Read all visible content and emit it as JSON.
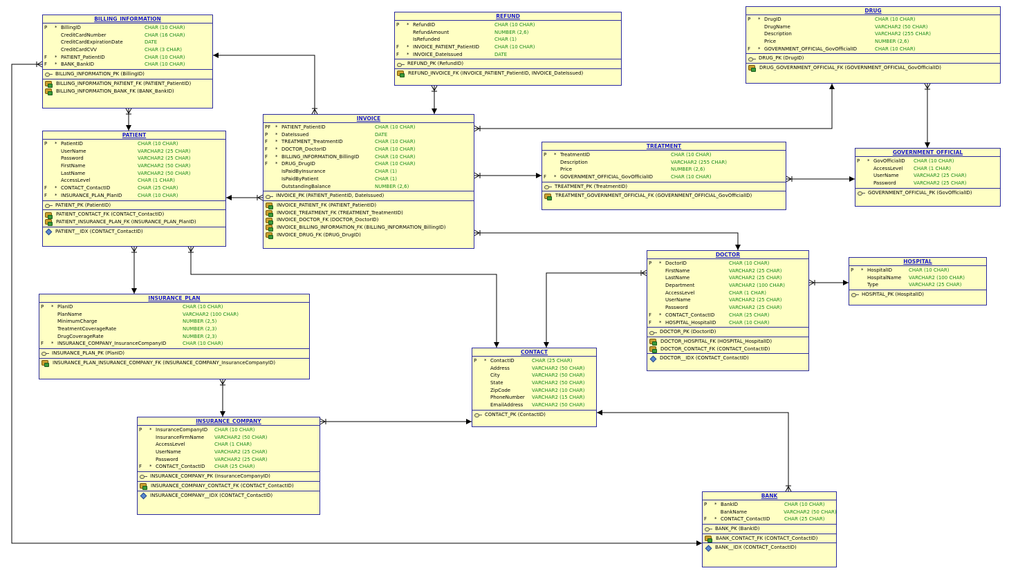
{
  "entities": [
    {
      "id": "billing_information",
      "name": "BILLING_INFORMATION",
      "columns": [
        {
          "flag": "P",
          "req": "*",
          "name": "BillingID",
          "type": "CHAR (10 CHAR)"
        },
        {
          "flag": "",
          "req": "",
          "name": "CreditCardNumber",
          "type": "CHAR (16 CHAR)"
        },
        {
          "flag": "",
          "req": "",
          "name": "CreditCardExpirationDate",
          "type": "DATE"
        },
        {
          "flag": "",
          "req": "",
          "name": "CreditCardCVV",
          "type": "CHAR (3 CHAR)"
        },
        {
          "flag": "F",
          "req": "*",
          "name": "PATIENT_PatientID",
          "type": "CHAR (10 CHAR)"
        },
        {
          "flag": "F",
          "req": "*",
          "name": "BANK_BankID",
          "type": "CHAR (10 CHAR)"
        }
      ],
      "pks": [
        "BILLING_INFORMATION_PK (BillingID)"
      ],
      "fks": [
        "BILLING_INFORMATION_PATIENT_FK (PATIENT_PatientID)",
        "BILLING_INFORMATION_BANK_FK (BANK_BankID)"
      ],
      "idxs": []
    },
    {
      "id": "refund",
      "name": "REFUND",
      "columns": [
        {
          "flag": "P",
          "req": "*",
          "name": "RefundID",
          "type": "CHAR (10 CHAR)"
        },
        {
          "flag": "",
          "req": "",
          "name": "RefundAmount",
          "type": "NUMBER (2,6)"
        },
        {
          "flag": "",
          "req": "",
          "name": "IsRefunded",
          "type": "CHAR (1)"
        },
        {
          "flag": "F",
          "req": "*",
          "name": "INVOICE_PATIENT_PatientID",
          "type": "CHAR (10 CHAR)"
        },
        {
          "flag": "F",
          "req": "*",
          "name": "INVOICE_DateIssued",
          "type": "DATE"
        }
      ],
      "pks": [
        "REFUND_PK (RefundID)"
      ],
      "fks": [
        "REFUND_INVOICE_FK (INVOICE_PATIENT_PatientID, INVOICE_DateIssued)"
      ],
      "idxs": []
    },
    {
      "id": "drug",
      "name": "DRUG",
      "columns": [
        {
          "flag": "P",
          "req": "*",
          "name": "DrugID",
          "type": "CHAR (10 CHAR)"
        },
        {
          "flag": "",
          "req": "",
          "name": "DrugName",
          "type": "VARCHAR2 (50 CHAR)"
        },
        {
          "flag": "",
          "req": "",
          "name": "Description",
          "type": "VARCHAR2 (255 CHAR)"
        },
        {
          "flag": "",
          "req": "",
          "name": "Price",
          "type": "NUMBER (2,6)"
        },
        {
          "flag": "F",
          "req": "*",
          "name": "GOVERNMENT_OFFICIAL_GovOfficialID",
          "type": "CHAR (10 CHAR)"
        }
      ],
      "pks": [
        "DRUG_PK (DrugID)"
      ],
      "fks": [
        "DRUG_GOVERNMENT_OFFICIAL_FK (GOVERNMENT_OFFICIAL_GovOfficialID)"
      ],
      "idxs": []
    },
    {
      "id": "patient",
      "name": "PATIENT",
      "columns": [
        {
          "flag": "P",
          "req": "*",
          "name": "PatientID",
          "type": "CHAR (10 CHAR)"
        },
        {
          "flag": "",
          "req": "",
          "name": "UserName",
          "type": "VARCHAR2 (25 CHAR)"
        },
        {
          "flag": "",
          "req": "",
          "name": "Password",
          "type": "VARCHAR2 (25 CHAR)"
        },
        {
          "flag": "",
          "req": "",
          "name": "FirstName",
          "type": "VARCHAR2 (50 CHAR)"
        },
        {
          "flag": "",
          "req": "",
          "name": "LastName",
          "type": "VARCHAR2 (50 CHAR)"
        },
        {
          "flag": "",
          "req": "",
          "name": "AccessLevel",
          "type": "CHAR (1 CHAR)"
        },
        {
          "flag": "F",
          "req": "*",
          "name": "CONTACT_ContactID",
          "type": "CHAR (25 CHAR)"
        },
        {
          "flag": "F",
          "req": "*",
          "name": "INSURANCE_PLAN_PlanID",
          "type": "CHAR (10 CHAR)"
        }
      ],
      "pks": [
        "PATIENT_PK (PatientID)"
      ],
      "fks": [
        "PATIENT_CONTACT_FK (CONTACT_ContactID)",
        "PATIENT_INSURANCE_PLAN_FK (INSURANCE_PLAN_PlanID)"
      ],
      "idxs": [
        "PATIENT__IDX (CONTACT_ContactID)"
      ]
    },
    {
      "id": "invoice",
      "name": "INVOICE",
      "columns": [
        {
          "flag": "PF",
          "req": "*",
          "name": "PATIENT_PatientID",
          "type": "CHAR (10 CHAR)"
        },
        {
          "flag": "P",
          "req": "*",
          "name": "DateIssued",
          "type": "DATE"
        },
        {
          "flag": "F",
          "req": "*",
          "name": "TREATMENT_TreatmentID",
          "type": "CHAR (10 CHAR)"
        },
        {
          "flag": "F",
          "req": "*",
          "name": "DOCTOR_DoctorID",
          "type": "CHAR (10 CHAR)"
        },
        {
          "flag": "F",
          "req": "*",
          "name": "BILLING_INFORMATION_BillingID",
          "type": "CHAR (10 CHAR)"
        },
        {
          "flag": "F",
          "req": "*",
          "name": "DRUG_DrugID",
          "type": "CHAR (10 CHAR)"
        },
        {
          "flag": "",
          "req": "",
          "name": "IsPaidByInsurance",
          "type": "CHAR (1)"
        },
        {
          "flag": "",
          "req": "",
          "name": "IsPaidByPatient",
          "type": "CHAR (1)"
        },
        {
          "flag": "",
          "req": "",
          "name": "OutstandingBalance",
          "type": "NUMBER (2,6)"
        }
      ],
      "pks": [
        "INVOICE_PK (PATIENT_PatientID, DateIssued)"
      ],
      "fks": [
        "INVOICE_PATIENT_FK (PATIENT_PatientID)",
        "INVOICE_TREATMENT_FK (TREATMENT_TreatmentID)",
        "INVOICE_DOCTOR_FK (DOCTOR_DoctorID)",
        "INVOICE_BILLING_INFORMATION_FK (BILLING_INFORMATION_BillingID)",
        "INVOICE_DRUG_FK (DRUG_DrugID)"
      ],
      "idxs": []
    },
    {
      "id": "treatment",
      "name": "TREATMENT",
      "columns": [
        {
          "flag": "P",
          "req": "*",
          "name": "TreatmentID",
          "type": "CHAR (10 CHAR)"
        },
        {
          "flag": "",
          "req": "",
          "name": "Description",
          "type": "VARCHAR2 (255 CHAR)"
        },
        {
          "flag": "",
          "req": "",
          "name": "Price",
          "type": "NUMBER (2,6)"
        },
        {
          "flag": "F",
          "req": "*",
          "name": "GOVERNMENT_OFFICIAL_GovOfficialID",
          "type": "CHAR (10 CHAR)"
        }
      ],
      "pks": [
        "TREATMENT_PK (TreatmentID)"
      ],
      "fks": [
        "TREATMENT_GOVERNMENT_OFFICIAL_FK (GOVERNMENT_OFFICIAL_GovOfficialID)"
      ],
      "idxs": []
    },
    {
      "id": "government_official",
      "name": "GOVERNMENT_OFFICIAL",
      "columns": [
        {
          "flag": "P",
          "req": "*",
          "name": "GovOfficialID",
          "type": "CHAR (10 CHAR)"
        },
        {
          "flag": "",
          "req": "",
          "name": "AccessLevel",
          "type": "CHAR (1 CHAR)"
        },
        {
          "flag": "",
          "req": "",
          "name": "UserName",
          "type": "VARCHAR2 (25 CHAR)"
        },
        {
          "flag": "",
          "req": "",
          "name": "Password",
          "type": "VARCHAR2 (25 CHAR)"
        }
      ],
      "pks": [
        "GOVERNMENT_OFFICIAL_PK (GovOfficialID)"
      ],
      "fks": [],
      "idxs": []
    },
    {
      "id": "doctor",
      "name": "DOCTOR",
      "columns": [
        {
          "flag": "P",
          "req": "*",
          "name": "DoctorID",
          "type": "CHAR (10 CHAR)"
        },
        {
          "flag": "",
          "req": "",
          "name": "FirstName",
          "type": "VARCHAR2 (25 CHAR)"
        },
        {
          "flag": "",
          "req": "",
          "name": "LastName",
          "type": "VARCHAR2 (25 CHAR)"
        },
        {
          "flag": "",
          "req": "",
          "name": "Department",
          "type": "VARCHAR2 (100 CHAR)"
        },
        {
          "flag": "",
          "req": "",
          "name": "AccessLevel",
          "type": "CHAR (1 CHAR)"
        },
        {
          "flag": "",
          "req": "",
          "name": "UserName",
          "type": "VARCHAR2 (25 CHAR)"
        },
        {
          "flag": "",
          "req": "",
          "name": "Password",
          "type": "VARCHAR2 (25 CHAR)"
        },
        {
          "flag": "F",
          "req": "*",
          "name": "CONTACT_ContactID",
          "type": "CHAR (25 CHAR)"
        },
        {
          "flag": "F",
          "req": "*",
          "name": "HOSPITAL_HospitalID",
          "type": "CHAR (10 CHAR)"
        }
      ],
      "pks": [
        "DOCTOR_PK (DoctorID)"
      ],
      "fks": [
        "DOCTOR_HOSPITAL_FK (HOSPITAL_HospitalID)",
        "DOCTOR_CONTACT_FK (CONTACT_ContactID)"
      ],
      "idxs": [
        "DOCTOR__IDX (CONTACT_ContactID)"
      ]
    },
    {
      "id": "hospital",
      "name": "HOSPITAL",
      "columns": [
        {
          "flag": "P",
          "req": "*",
          "name": "HospitalID",
          "type": "CHAR (10 CHAR)"
        },
        {
          "flag": "",
          "req": "",
          "name": "HospitalName",
          "type": "VARCHAR2 (100 CHAR)"
        },
        {
          "flag": "",
          "req": "",
          "name": "Type",
          "type": "VARCHAR2 (25 CHAR)"
        }
      ],
      "pks": [
        "HOSPITAL_PK (HospitalID)"
      ],
      "fks": [],
      "idxs": []
    },
    {
      "id": "insurance_plan",
      "name": "INSURANCE_PLAN",
      "columns": [
        {
          "flag": "P",
          "req": "*",
          "name": "PlanID",
          "type": "CHAR (10 CHAR)"
        },
        {
          "flag": "",
          "req": "",
          "name": "PlanName",
          "type": "VARCHAR2 (100 CHAR)"
        },
        {
          "flag": "",
          "req": "",
          "name": "MinimumCharge",
          "type": "NUMBER (2,5)"
        },
        {
          "flag": "",
          "req": "",
          "name": "TreatmentCoverageRate",
          "type": "NUMBER (2,3)"
        },
        {
          "flag": "",
          "req": "",
          "name": "DrugCoverageRate",
          "type": "NUMBER (2,3)"
        },
        {
          "flag": "F",
          "req": "*",
          "name": "INSURANCE_COMPANY_InsuranceCompanyID",
          "type": "CHAR (10 CHAR)"
        }
      ],
      "pks": [
        "INSURANCE_PLAN_PK (PlanID)"
      ],
      "fks": [
        "INSURANCE_PLAN_INSURANCE_COMPANY_FK (INSURANCE_COMPANY_InsuranceCompanyID)"
      ],
      "idxs": []
    },
    {
      "id": "contact",
      "name": "CONTACT",
      "columns": [
        {
          "flag": "P",
          "req": "*",
          "name": "ContactID",
          "type": "CHAR (25 CHAR)"
        },
        {
          "flag": "",
          "req": "",
          "name": "Address",
          "type": "VARCHAR2 (50 CHAR)"
        },
        {
          "flag": "",
          "req": "",
          "name": "City",
          "type": "VARCHAR2 (50 CHAR)"
        },
        {
          "flag": "",
          "req": "",
          "name": "State",
          "type": "VARCHAR2 (50 CHAR)"
        },
        {
          "flag": "",
          "req": "",
          "name": "ZipCode",
          "type": "VARCHAR2 (10 CHAR)"
        },
        {
          "flag": "",
          "req": "",
          "name": "PhoneNumber",
          "type": "VARCHAR2 (15 CHAR)"
        },
        {
          "flag": "",
          "req": "",
          "name": "EmailAddress",
          "type": "VARCHAR2 (50 CHAR)"
        }
      ],
      "pks": [
        "CONTACT_PK (ContactID)"
      ],
      "fks": [],
      "idxs": []
    },
    {
      "id": "insurance_company",
      "name": "INSURANCE_COMPANY",
      "columns": [
        {
          "flag": "P",
          "req": "*",
          "name": "InsuranceCompanyID",
          "type": "CHAR (10 CHAR)"
        },
        {
          "flag": "",
          "req": "",
          "name": "InsuranceFirmName",
          "type": "VARCHAR2 (50 CHAR)"
        },
        {
          "flag": "",
          "req": "",
          "name": "AccessLevel",
          "type": "CHAR (1 CHAR)"
        },
        {
          "flag": "",
          "req": "",
          "name": "UserName",
          "type": "VARCHAR2 (25 CHAR)"
        },
        {
          "flag": "",
          "req": "",
          "name": "Password",
          "type": "VARCHAR2 (25 CHAR)"
        },
        {
          "flag": "F",
          "req": "*",
          "name": "CONTACT_ContactID",
          "type": "CHAR (25 CHAR)"
        }
      ],
      "pks": [
        "INSURANCE_COMPANY_PK (InsuranceCompanyID)"
      ],
      "fks": [
        "INSURANCE_COMPANY_CONTACT_FK (CONTACT_ContactID)"
      ],
      "idxs": [
        "INSURANCE_COMPANY__IDX (CONTACT_ContactID)"
      ]
    },
    {
      "id": "bank",
      "name": "BANK",
      "columns": [
        {
          "flag": "P",
          "req": "*",
          "name": "BankID",
          "type": "CHAR (10 CHAR)"
        },
        {
          "flag": "",
          "req": "",
          "name": "BankName",
          "type": "VARCHAR2 (50 CHAR)"
        },
        {
          "flag": "F",
          "req": "*",
          "name": "CONTACT_ContactID",
          "type": "CHAR (25 CHAR)"
        }
      ],
      "pks": [
        "BANK_PK (BankID)"
      ],
      "fks": [
        "BANK_CONTACT_FK (CONTACT_ContactID)"
      ],
      "idxs": [
        "BANK__IDX (CONTACT_ContactID)"
      ]
    }
  ],
  "relationships": [
    {
      "from": "billing_information",
      "to": "patient",
      "label": "BILLING_INFORMATION_PATIENT_FK"
    },
    {
      "from": "billing_information",
      "to": "bank",
      "label": "BILLING_INFORMATION_BANK_FK"
    },
    {
      "from": "invoice",
      "to": "billing_information",
      "label": "INVOICE_BILLING_INFORMATION_FK"
    },
    {
      "from": "refund",
      "to": "invoice",
      "label": "REFUND_INVOICE_FK"
    },
    {
      "from": "invoice",
      "to": "drug",
      "label": "INVOICE_DRUG_FK"
    },
    {
      "from": "drug",
      "to": "government_official",
      "label": "DRUG_GOVERNMENT_OFFICIAL_FK"
    },
    {
      "from": "invoice",
      "to": "patient",
      "label": "INVOICE_PATIENT_FK"
    },
    {
      "from": "invoice",
      "to": "treatment",
      "label": "INVOICE_TREATMENT_FK"
    },
    {
      "from": "treatment",
      "to": "government_official",
      "label": "TREATMENT_GOVERNMENT_OFFICIAL_FK"
    },
    {
      "from": "invoice",
      "to": "doctor",
      "label": "INVOICE_DOCTOR_FK"
    },
    {
      "from": "doctor",
      "to": "hospital",
      "label": "DOCTOR_HOSPITAL_FK"
    },
    {
      "from": "doctor",
      "to": "contact",
      "label": "DOCTOR_CONTACT_FK"
    },
    {
      "from": "patient",
      "to": "insurance_plan",
      "label": "PATIENT_INSURANCE_PLAN_FK"
    },
    {
      "from": "patient",
      "to": "contact",
      "label": "PATIENT_CONTACT_FK"
    },
    {
      "from": "insurance_plan",
      "to": "insurance_company",
      "label": "INSURANCE_PLAN_INSURANCE_COMPANY_FK"
    },
    {
      "from": "insurance_company",
      "to": "contact",
      "label": "INSURANCE_COMPANY_CONTACT_FK"
    },
    {
      "from": "bank",
      "to": "contact",
      "label": "BANK_CONTACT_FK"
    }
  ],
  "colors": {
    "entity_fill": "#ffffc4",
    "entity_border": "#2a2aa0",
    "title": "#1a1ac8",
    "datatype": "#1a8a1a",
    "line": "#000000"
  }
}
